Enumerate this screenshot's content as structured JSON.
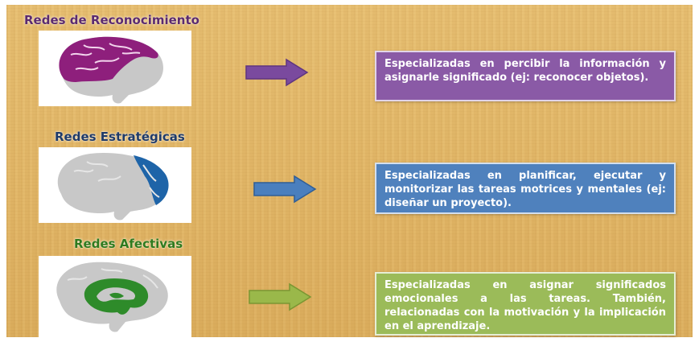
{
  "sections": [
    {
      "title": "Redes de Reconocimiento",
      "title_color": "#5b2a6e",
      "region_color": "#8e1f7c",
      "arrow_color": "#7a4a9e",
      "box_color": "#8a5aa6",
      "description": "Especializadas en percibir la información y asignarle significado (ej: reconocer objetos)."
    },
    {
      "title": "Redes Estratégicas",
      "title_color": "#1f3a68",
      "region_color": "#1e64a8",
      "arrow_color": "#4a7fbe",
      "box_color": "#4f81bd",
      "description": "Especializadas en planificar, ejecutar y monitorizar las tareas motrices y mentales (ej: diseñar un proyecto)."
    },
    {
      "title": "Redes Afectivas",
      "title_color": "#2f7a1d",
      "region_color": "#2e8b2a",
      "arrow_color": "#9ab84a",
      "box_color": "#9bbb59",
      "description": "Especializadas en asignar significados emocionales a las tareas. También, relacionadas con la motivación y la implicación en el aprendizaje."
    }
  ]
}
